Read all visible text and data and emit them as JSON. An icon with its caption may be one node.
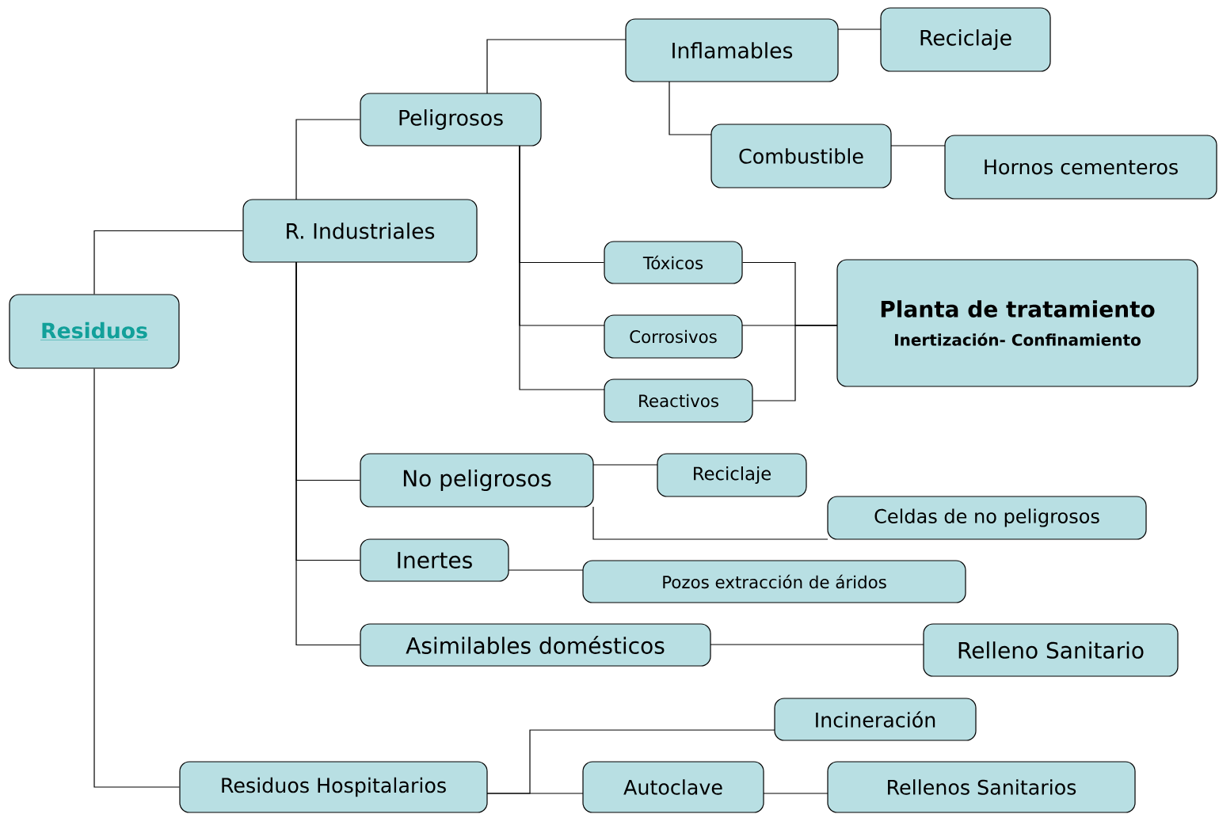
{
  "diagram": {
    "nodes": [
      {
        "text": [
          "Residuos"
        ]
      },
      {
        "text": [
          "R. Industriales"
        ]
      },
      {
        "text": [
          "Peligrosos"
        ]
      },
      {
        "text": [
          "Inflamables"
        ]
      },
      {
        "text": [
          "Reciclaje"
        ]
      },
      {
        "text": [
          "Combustible"
        ]
      },
      {
        "text": [
          "Hornos cementeros"
        ]
      },
      {
        "text": [
          "Tóxicos"
        ]
      },
      {
        "text": [
          "Corrosivos"
        ]
      },
      {
        "text": [
          "Reactivos"
        ]
      },
      {
        "text": [
          "Planta de tratamiento",
          "Inertización- Confinamiento"
        ]
      },
      {
        "text": [
          "No peligrosos"
        ]
      },
      {
        "text": [
          "Reciclaje"
        ]
      },
      {
        "text": [
          "Celdas de no peligrosos"
        ]
      },
      {
        "text": [
          "Inertes"
        ]
      },
      {
        "text": [
          "Pozos extracción de áridos"
        ]
      },
      {
        "text": [
          "Asimilables domésticos"
        ]
      },
      {
        "text": [
          "Relleno Sanitario"
        ]
      },
      {
        "text": [
          "Residuos Hospitalarios"
        ]
      },
      {
        "text": [
          "Incineración"
        ]
      },
      {
        "text": [
          "Autoclave"
        ]
      },
      {
        "text": [
          "Rellenos Sanitarios"
        ]
      }
    ],
    "edges": [
      {
        "from": 0,
        "to": 1,
        "arrow": "none"
      },
      {
        "from": 0,
        "to": 18,
        "arrow": "none"
      },
      {
        "from": 1,
        "to": 2,
        "arrow": "none"
      },
      {
        "from": 1,
        "to": 11,
        "arrow": "none"
      },
      {
        "from": 1,
        "to": 14,
        "arrow": "none"
      },
      {
        "from": 1,
        "to": 16,
        "arrow": "none"
      },
      {
        "from": 2,
        "to": 3,
        "arrow": "none"
      },
      {
        "from": 2,
        "to": 7,
        "arrow": "none"
      },
      {
        "from": 2,
        "to": 8,
        "arrow": "none"
      },
      {
        "from": 2,
        "to": 9,
        "arrow": "none"
      },
      {
        "from": 3,
        "to": 4,
        "arrow": "none"
      },
      {
        "from": 3,
        "to": 5,
        "arrow": "none"
      },
      {
        "from": 5,
        "to": 6,
        "arrow": "none"
      },
      {
        "from": 7,
        "to": 10,
        "arrow": "none"
      },
      {
        "from": 8,
        "to": 10,
        "arrow": "none"
      },
      {
        "from": 9,
        "to": 10,
        "arrow": "none"
      },
      {
        "from": 11,
        "to": 12,
        "arrow": "none"
      },
      {
        "from": 11,
        "to": 13,
        "arrow": "none"
      },
      {
        "from": 14,
        "to": 15,
        "arrow": "none"
      },
      {
        "from": 16,
        "to": 17,
        "arrow": "none"
      },
      {
        "from": 18,
        "to": 19,
        "arrow": "none"
      },
      {
        "from": 18,
        "to": 20,
        "arrow": "none"
      },
      {
        "from": 20,
        "to": 21,
        "arrow": "none"
      }
    ]
  }
}
